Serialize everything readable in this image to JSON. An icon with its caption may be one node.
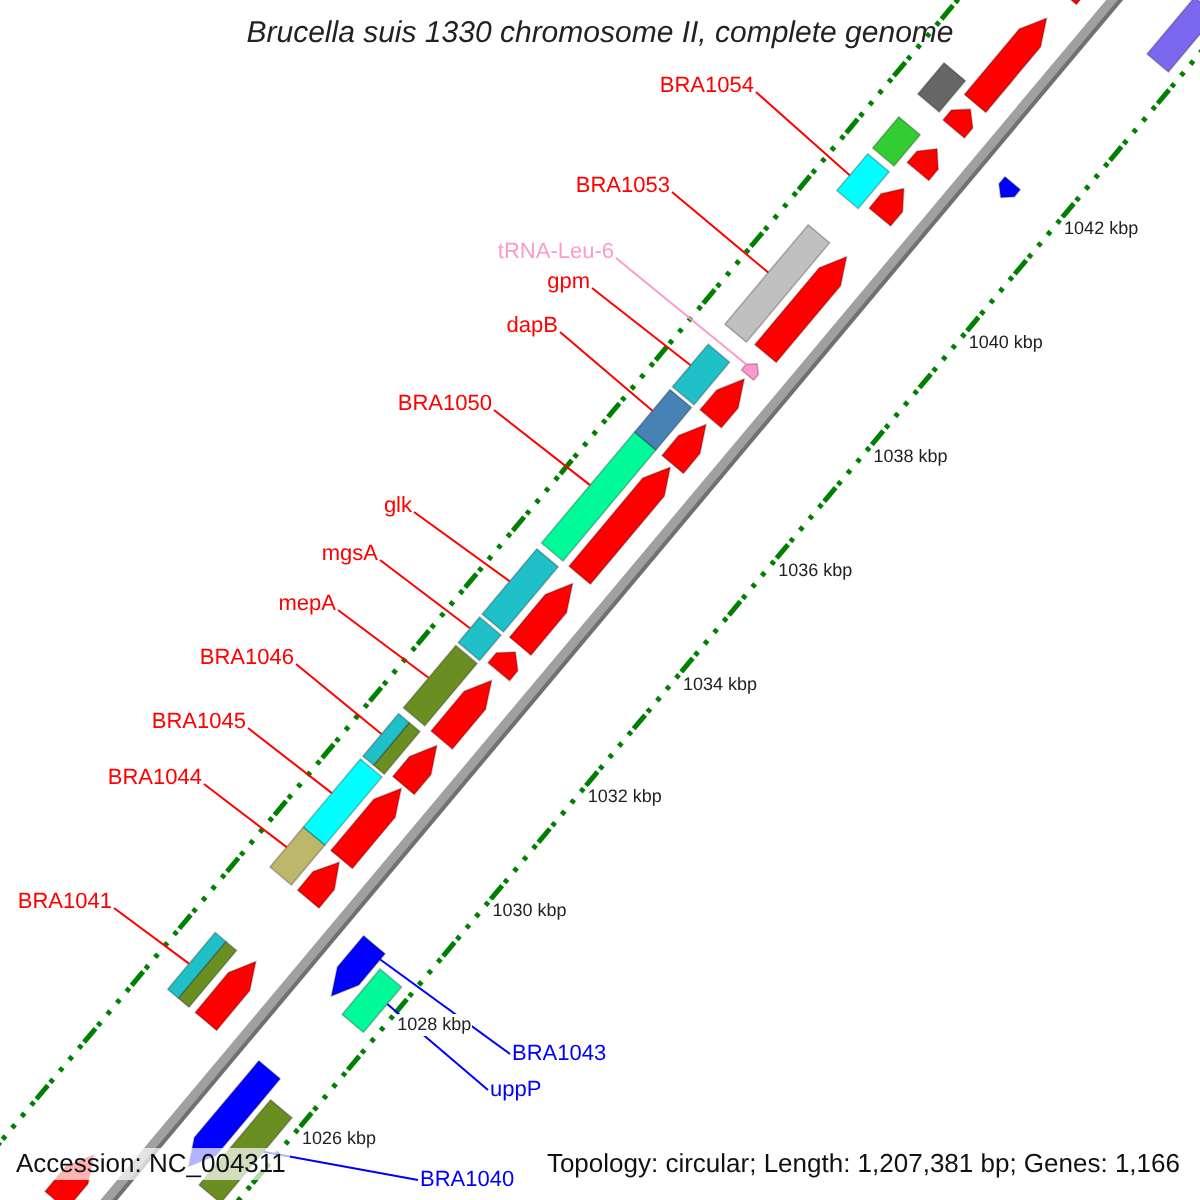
{
  "diagram": {
    "title": "Brucella suis 1330 chromosome II, complete genome",
    "nodes": [
      {
        "text": [
          "BRA1054"
        ]
      },
      {
        "text": [
          "BRA1053"
        ]
      },
      {
        "text": [
          "tRNA-Leu-6"
        ]
      },
      {
        "text": [
          "gpm"
        ]
      },
      {
        "text": [
          "dapB"
        ]
      },
      {
        "text": [
          "BRA1050"
        ]
      },
      {
        "text": [
          "glk"
        ]
      },
      {
        "text": [
          "mgsA"
        ]
      },
      {
        "text": [
          "mepA"
        ]
      },
      {
        "text": [
          "BRA1046"
        ]
      },
      {
        "text": [
          "BRA1045"
        ]
      },
      {
        "text": [
          "BRA1044"
        ]
      },
      {
        "text": [
          "BRA1041"
        ]
      },
      {
        "text": [
          "BRA1043"
        ]
      },
      {
        "text": [
          "uppP"
        ]
      },
      {
        "text": [
          "BRA1040"
        ]
      },
      {
        "text": [],
        "shape": "bar"
      },
      {
        "text": [],
        "shape": "bar"
      },
      {
        "text": [],
        "shape": "bar"
      },
      {
        "text": [],
        "shape": "bar"
      },
      {
        "text": [],
        "shape": "bar"
      },
      {
        "text": [],
        "shape": "bar"
      },
      {
        "text": [],
        "shape": "bar"
      },
      {
        "text": [],
        "shape": "bar"
      },
      {
        "text": [],
        "shape": "bar"
      },
      {
        "text": [],
        "shape": "bar"
      },
      {
        "text": [],
        "shape": "bar"
      },
      {
        "text": [],
        "shape": "bar"
      },
      {
        "text": [],
        "shape": "bar"
      },
      {
        "text": [],
        "shape": "bar"
      },
      {
        "text": [],
        "shape": "bar"
      },
      {
        "text": [],
        "shape": "bar"
      }
    ],
    "edges": [
      {
        "from": 0,
        "to": 19,
        "arrow": "none"
      },
      {
        "from": 1,
        "to": 20,
        "arrow": "none"
      },
      {
        "from": 2,
        "to": 21,
        "arrow": "none",
        "color": "#ff99cc"
      },
      {
        "from": 3,
        "to": 22,
        "arrow": "none"
      },
      {
        "from": 4,
        "to": 23,
        "arrow": "none"
      },
      {
        "from": 5,
        "to": 24,
        "arrow": "none"
      },
      {
        "from": 6,
        "to": 25,
        "arrow": "none"
      },
      {
        "from": 7,
        "to": 26,
        "arrow": "none"
      },
      {
        "from": 8,
        "to": 27,
        "arrow": "none"
      },
      {
        "from": 9,
        "to": 28,
        "arrow": "none"
      },
      {
        "from": 10,
        "to": 29,
        "arrow": "none"
      },
      {
        "from": 11,
        "to": 30,
        "arrow": "none"
      },
      {
        "from": 12,
        "to": 31,
        "arrow": "none"
      },
      {
        "from": 13,
        "to": 16,
        "arrow": "none",
        "color": "#0000ff"
      },
      {
        "from": 14,
        "to": 17,
        "arrow": "none",
        "color": "#0000ff"
      },
      {
        "from": 15,
        "to": 18,
        "arrow": "none",
        "color": "#0000ff"
      }
    ],
    "labels": [
      "1042 kbp",
      "1040 kbp",
      "1038 kbp",
      "1036 kbp",
      "1034 kbp",
      "1032 kbp",
      "1030 kbp",
      "1028 kbp",
      "1026 kbp",
      "Accession: NC_004311",
      "Topology: circular; Length: 1,207,381 bp; Genes: 1,166"
    ]
  }
}
